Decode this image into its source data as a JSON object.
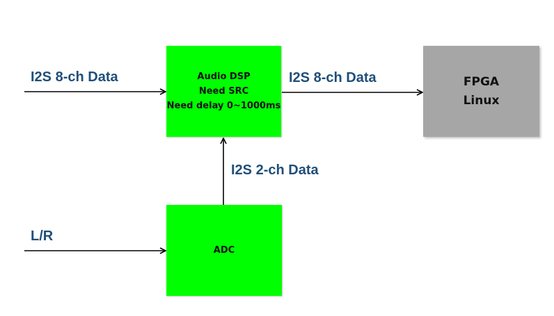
{
  "blocks": {
    "dsp": {
      "lines": [
        "Audio  DSP",
        "Need SRC",
        "Need delay 0~1000ms"
      ]
    },
    "adc": {
      "label": "ADC"
    },
    "fpga": {
      "lines": [
        "FPGA",
        "Linux"
      ]
    }
  },
  "edges": {
    "input_8ch": "I2S  8-ch Data",
    "output_8ch": "I2S  8-ch Data",
    "adc_to_dsp": "I2S  2-ch Data",
    "lr_input": "L/R"
  },
  "colors": {
    "processing_block": "#00ff00",
    "host_block": "#a6a6a6",
    "edge_label": "#1f4e79",
    "arrow": "#000000"
  }
}
